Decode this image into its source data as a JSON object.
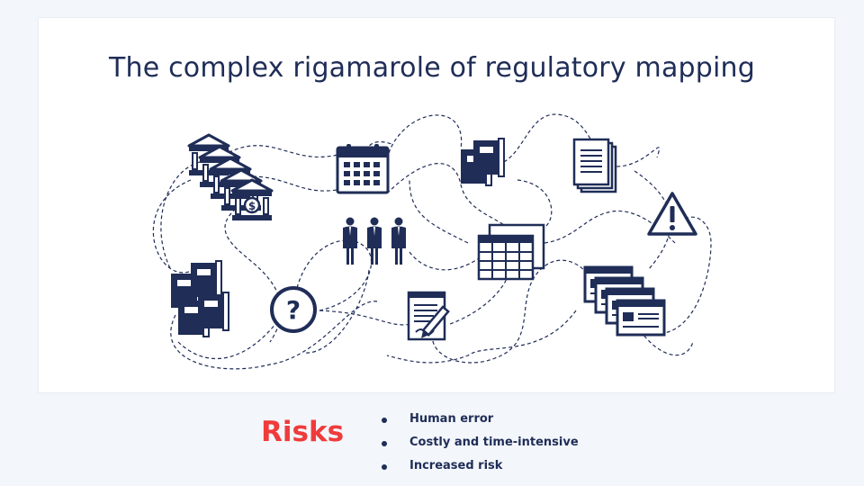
{
  "slide": {
    "title": "The complex rigamarole of regulatory mapping"
  },
  "diagram": {
    "icons": [
      {
        "name": "bank-buildings-icon",
        "symbol": "$"
      },
      {
        "name": "calendar-icon"
      },
      {
        "name": "books-icon"
      },
      {
        "name": "documents-icon"
      },
      {
        "name": "warning-icon",
        "symbol": "!"
      },
      {
        "name": "people-icon"
      },
      {
        "name": "spreadsheet-icon"
      },
      {
        "name": "binders-icon"
      },
      {
        "name": "question-icon",
        "symbol": "?"
      },
      {
        "name": "contract-signing-icon"
      },
      {
        "name": "browser-windows-icon"
      }
    ],
    "colors": {
      "icon": "#1f2d57",
      "accent": "#ef3b3b",
      "line": "#1f2d57"
    }
  },
  "risks": {
    "heading": "Risks",
    "items": [
      "Human error",
      "Costly and time-intensive",
      "Increased risk"
    ]
  }
}
